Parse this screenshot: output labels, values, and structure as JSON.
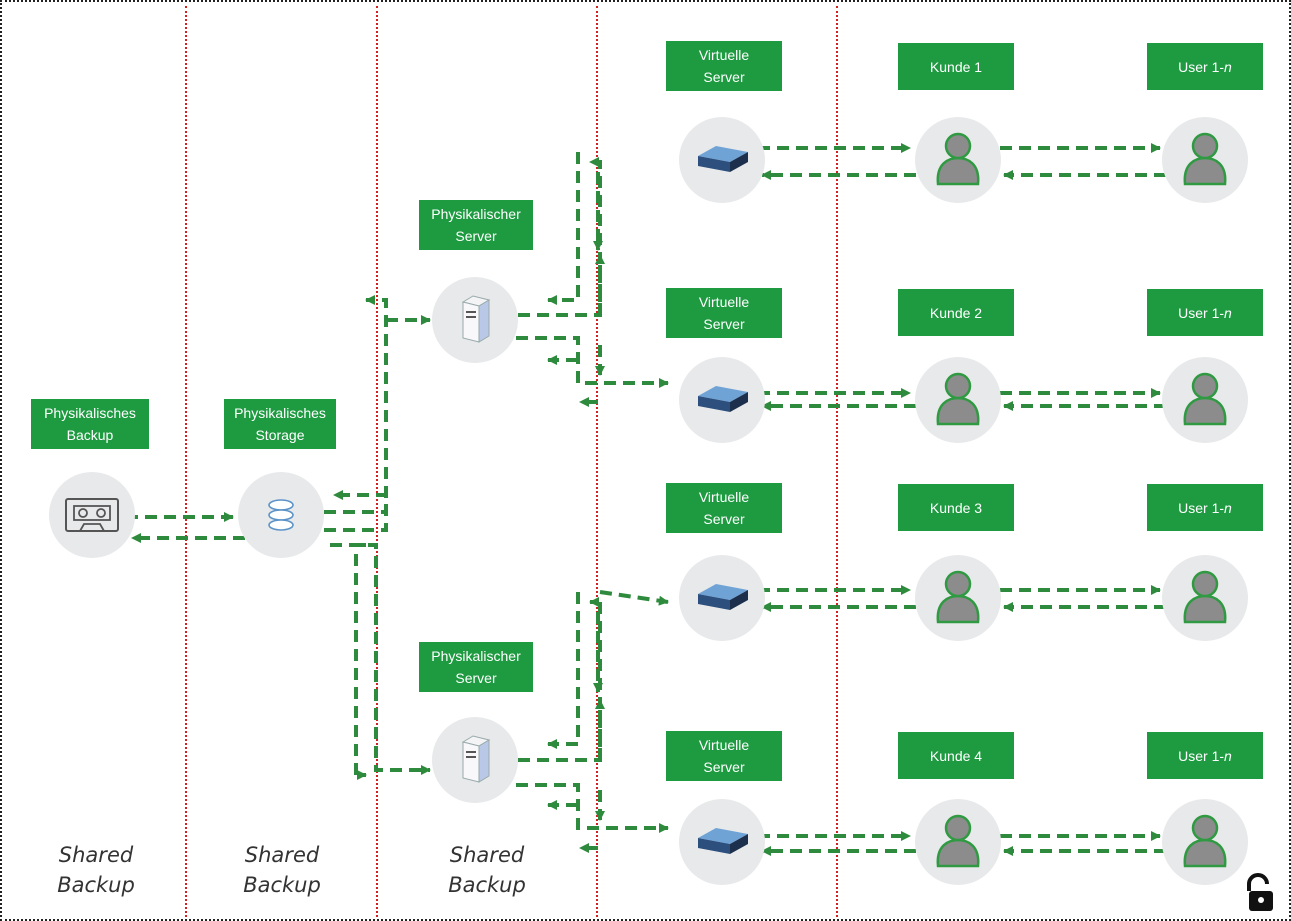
{
  "colors": {
    "accent": "#1e9b41",
    "arrow": "#2e8b3d",
    "separator": "#d42020",
    "node_bg": "#e8e9ea"
  },
  "columns": [
    {
      "label": "Physikalisches\nBackup",
      "zone": "Shared\nBackup",
      "icon": "tape-cassette-icon"
    },
    {
      "label": "Physikalisches\nStorage",
      "zone": "Shared\nBackup",
      "icon": "database-icon"
    },
    {
      "label": "Physikalischer\nServer",
      "zone": "Shared\nBackup",
      "icon": "server-tower-icon"
    }
  ],
  "physical_servers": [
    {
      "label": "Physikalischer\nServer"
    },
    {
      "label": "Physikalischer\nServer"
    }
  ],
  "rows": [
    {
      "virtual": "Virtuelle\nServer",
      "customer": "Kunde 1",
      "user_prefix": "User 1-",
      "user_n": "n"
    },
    {
      "virtual": "Virtuelle\nServer",
      "customer": "Kunde 2",
      "user_prefix": "User 1-",
      "user_n": "n"
    },
    {
      "virtual": "Virtuelle\nServer",
      "customer": "Kunde 3",
      "user_prefix": "User 1-",
      "user_n": "n"
    },
    {
      "virtual": "Virtuelle\nServer",
      "customer": "Kunde 4",
      "user_prefix": "User 1-",
      "user_n": "n"
    }
  ],
  "icons": {
    "virtual_server": "rack-server-icon",
    "customer": "person-icon",
    "user": "person-icon",
    "corner": "padlock-open-icon"
  }
}
